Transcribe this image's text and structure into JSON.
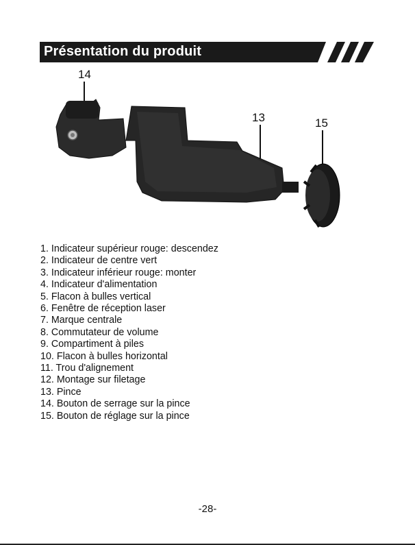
{
  "header": {
    "title": "Présentation du produit",
    "banner_color": "#1a1a1a"
  },
  "figure": {
    "callouts": [
      "14",
      "13",
      "15"
    ]
  },
  "parts": [
    "1. Indicateur supérieur rouge: descendez",
    "2. Indicateur de centre vert",
    "3. Indicateur inférieur rouge: monter",
    "4. Indicateur d'alimentation",
    "5. Flacon à bulles vertical",
    "6. Fenêtre de réception laser",
    "7. Marque centrale",
    "8. Commutateur de volume",
    "9. Compartiment à piles",
    "10. Flacon à bulles horizontal",
    "11. Trou d'alignement",
    "12. Montage sur filetage",
    "13. Pince",
    "14. Bouton de serrage sur la pince",
    "15. Bouton de réglage sur la pince"
  ],
  "footer": {
    "page_number": "-28-"
  }
}
